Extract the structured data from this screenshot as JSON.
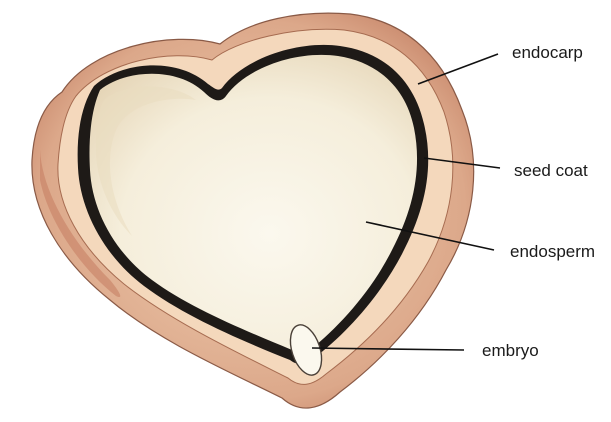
{
  "labels": {
    "endocarp": "endocarp",
    "seed_coat": "seed coat",
    "endosperm": "endosperm",
    "embryo": "embryo"
  },
  "colors": {
    "background": "#ffffff",
    "outer_shell": "#d9a384",
    "outer_shell_shadow": "#b9725a",
    "inner_shell": "#f2d3b6",
    "seed_coat": "#1e1a17",
    "endosperm": "#f8f3e4",
    "endosperm_shade": "#e8dcc2",
    "embryo": "#fbf8ee",
    "label_text": "#1a1a1a"
  }
}
